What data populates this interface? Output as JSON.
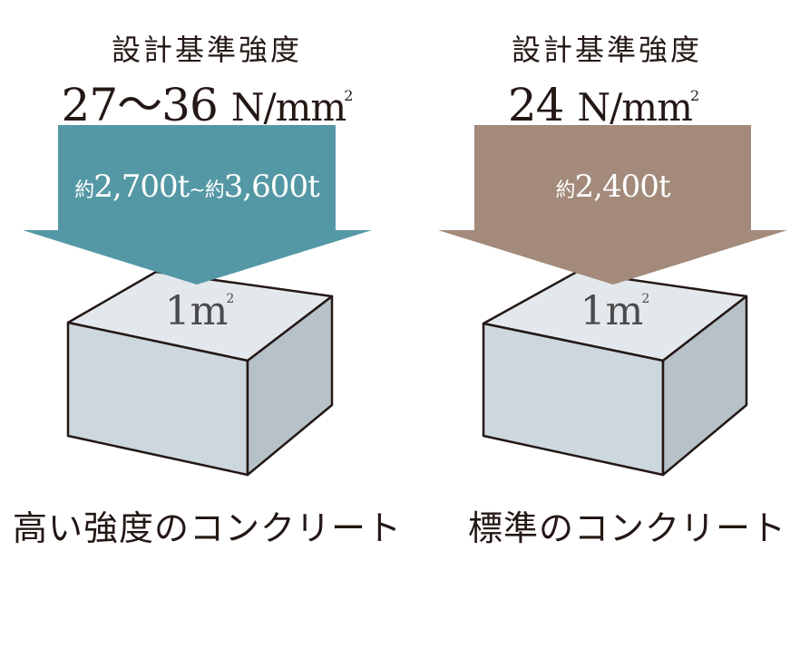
{
  "colors": {
    "high_strength_arrow": "#5598a5",
    "standard_arrow": "#a38a7a",
    "box_top": "#e3e8ec",
    "box_front": "#ccd7de",
    "box_side": "#b7c2c8",
    "outline": "#231815"
  },
  "panels": [
    {
      "id": "high-strength",
      "title": "設計基準強度",
      "strength_value": "27〜36",
      "strength_unit": "N/mm",
      "unit_superscript": "2",
      "load_prefix_1": "約",
      "load_value_1": "2,700t",
      "load_separator": "~",
      "load_prefix_2": "約",
      "load_value_2": "3,600t",
      "area_value": "1",
      "area_unit": "m",
      "area_superscript": "2",
      "caption": "高い強度のコンクリート"
    },
    {
      "id": "standard",
      "title": "設計基準強度",
      "strength_value": "24",
      "strength_unit": "N/mm",
      "unit_superscript": "2",
      "load_prefix_1": "約",
      "load_value_1": "2,400t",
      "area_value": "1",
      "area_unit": "m",
      "area_superscript": "2",
      "caption": "標準のコンクリート"
    }
  ]
}
